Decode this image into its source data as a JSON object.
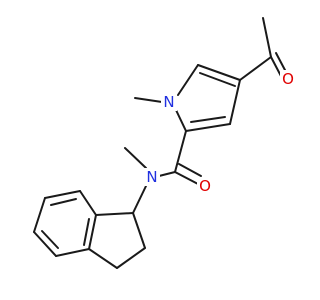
{
  "colors": {
    "background": "#ffffff",
    "bond": "#1a1a1a",
    "nitrogen": "#2030e0",
    "oxygen": "#e00000"
  },
  "atoms": {
    "n_pyrrole": "N",
    "n_amide": "N",
    "o_amide": "O",
    "o_acetyl": "O"
  }
}
